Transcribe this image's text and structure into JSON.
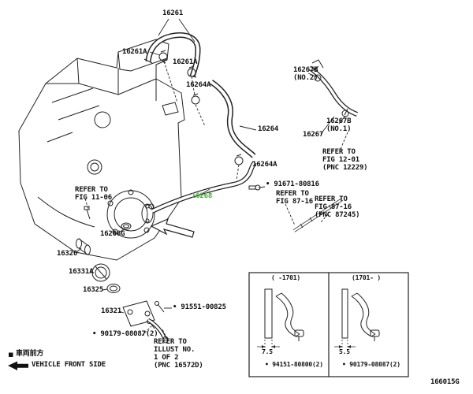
{
  "doc": {
    "figure_code": "166015G",
    "vehicle_front_jp": "車両前方",
    "vehicle_front_en": "VEHICLE FRONT SIDE",
    "highlight_green": "#3fae2a",
    "line_color": "#222222"
  },
  "parts": {
    "p16261": "16261",
    "p16261A_1": "16261A",
    "p16261A_2": "16261A",
    "p16264A_1": "16264A",
    "p16267B_no2": "16267B\n(NO.2)",
    "p16264": "16264",
    "p16267B_no1": "16267B\n(NO.1)",
    "p16267": "16267",
    "p16264A_2": "16264A",
    "p91671": "• 91671-80816",
    "p16268": "16268",
    "p16268G": "16268G",
    "p16326": "16326",
    "p16331A": "16331A",
    "p16325": "16325",
    "p16321": "16321",
    "p91551": "• 91551-00825",
    "p90179": "• 90179-08087(2)"
  },
  "notes": {
    "refer_fig_12_01": "REFER TO\nFIG 12-01\n(PNC 12229)",
    "refer_fig_87_16": "REFER TO\nFIG 87-16",
    "refer_fig_87_16_pnc": "REFER TO\nFIG 87-16\n(PNC 87245)",
    "refer_fig_11_06": "REFER TO\nFIG 11-06",
    "refer_illust": "REFER TO\nILLUST NO.\n1 OF 2\n(PNC 16572D)"
  },
  "inset": {
    "left_header": "(  -1701)",
    "right_header": "(1701-  )",
    "left_dim": "7.5",
    "right_dim": "5.5",
    "left_part": "• 94151-80800(2)",
    "right_part": "• 90179-08087(2)"
  }
}
